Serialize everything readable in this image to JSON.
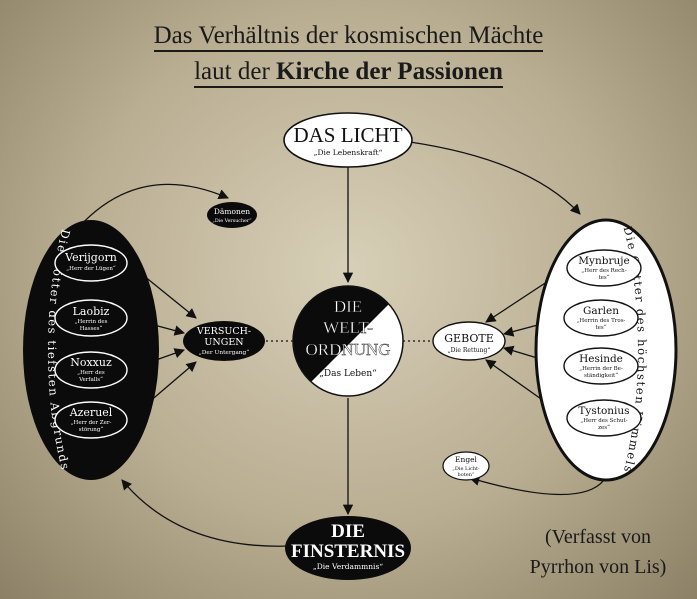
{
  "title": {
    "line1": "Das Verhältnis der kosmischen Mächte",
    "line2_prefix": "laut der ",
    "line2_bold": "Kirche der Passionen"
  },
  "credit": {
    "line1": "(Verfasst von",
    "line2": "Pyrrhon von Lis)"
  },
  "center": {
    "lines": [
      "DIE",
      "WELT-",
      "ORDNUNG"
    ],
    "sub": "„Das Leben“"
  },
  "light": {
    "name": "DAS LICHT",
    "sub": "„Die Lebenskraft“"
  },
  "darkness": {
    "name_lines": [
      "DIE",
      "FINSTERNIS"
    ],
    "sub": "„Die Verdammnis“"
  },
  "left_group": {
    "label": "Die Götter des tiefsten Abgrunds",
    "gods": [
      {
        "name": "Verijgorn",
        "sub_lines": [
          "„Herr der Lügen“"
        ]
      },
      {
        "name": "Laobiz",
        "sub_lines": [
          "„Herrin des",
          "Hasses“"
        ]
      },
      {
        "name": "Noxxuz",
        "sub_lines": [
          "„Herr des",
          "Verfalls“"
        ]
      },
      {
        "name": "Azeruel",
        "sub_lines": [
          "„Herr der Zer-",
          "störung“"
        ]
      }
    ]
  },
  "right_group": {
    "label": "Die Götter des höchsten Himmels",
    "gods": [
      {
        "name": "Mynbruje",
        "sub_lines": [
          "„Herr des Rech-",
          "tes“"
        ]
      },
      {
        "name": "Garlen",
        "sub_lines": [
          "„Herrin des Tros-",
          "tes“"
        ]
      },
      {
        "name": "Hesinde",
        "sub_lines": [
          "„Herrin der Be-",
          "ständigkeit“"
        ]
      },
      {
        "name": "Tystonius",
        "sub_lines": [
          "„Herr des Schut-",
          "zes“"
        ]
      }
    ]
  },
  "temptation": {
    "name_lines": [
      "VERSUCH-",
      "UNGEN"
    ],
    "sub": "„Der Untergang“"
  },
  "commandments": {
    "name": "GEBOTE",
    "sub": "„Die Rettung“"
  },
  "demons": {
    "name": "Dämonen",
    "sub": "„Die Versucher“"
  },
  "angels": {
    "name": "Engel",
    "sub_lines": [
      "„Die Licht-",
      "boten“"
    ]
  },
  "colors": {
    "ink": "#111111",
    "paper": "#ffffff",
    "parchment": "#c4b99d"
  }
}
